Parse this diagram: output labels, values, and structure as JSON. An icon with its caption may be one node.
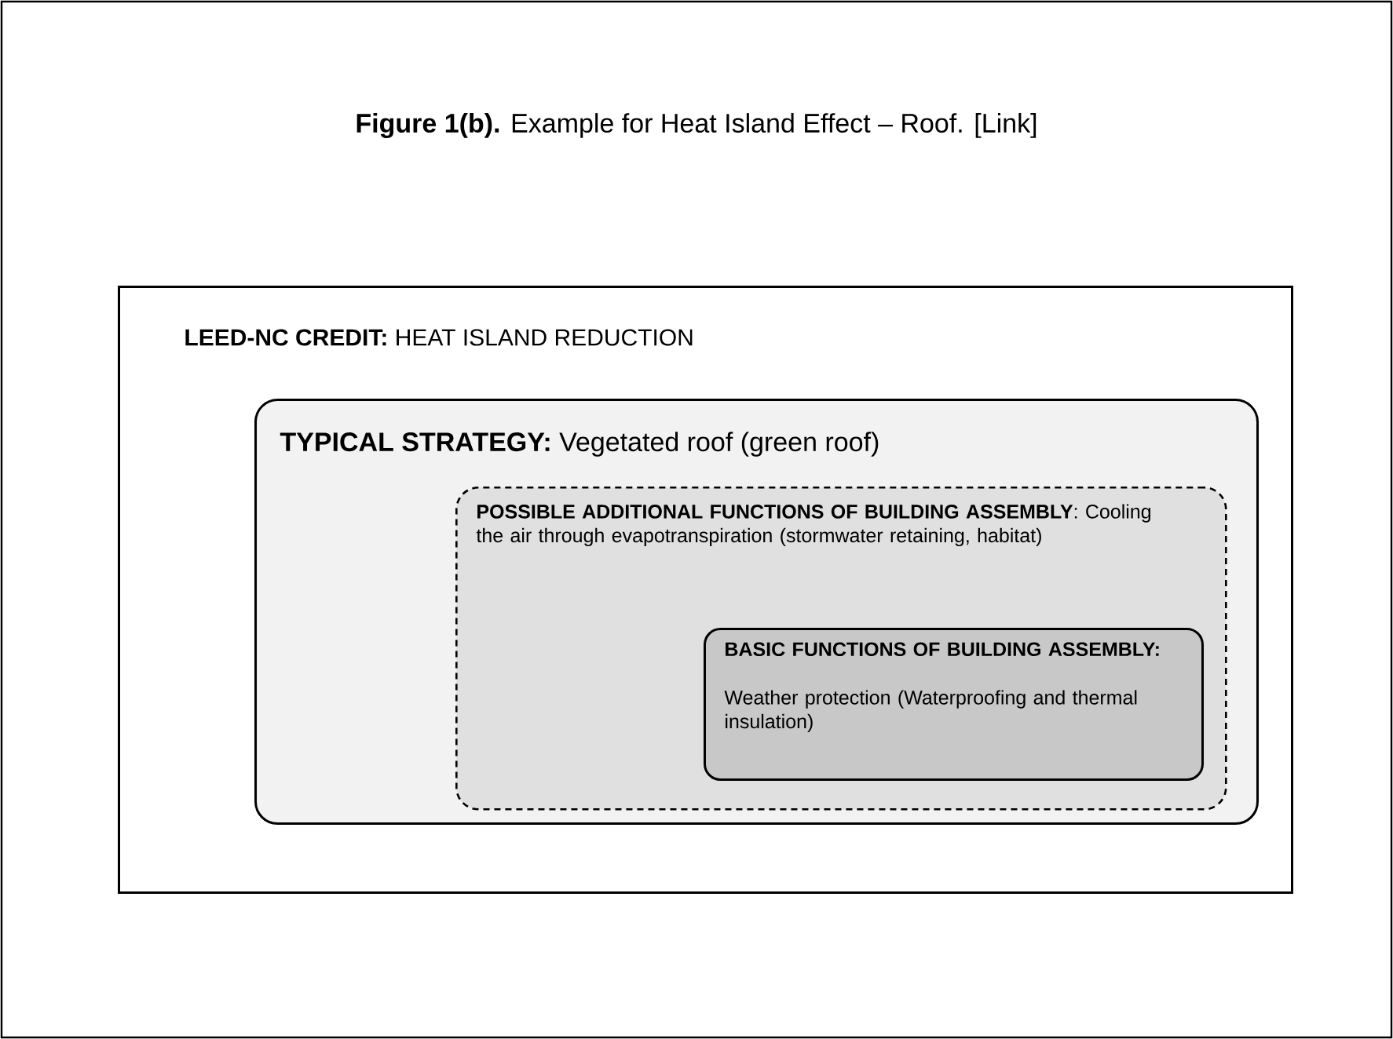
{
  "diagram": {
    "title": "**Figure 1(b).** Example for Heat Island Effect – Roof. [Link]",
    "nodes": [
      {
        "text": [
          "**LEED-NC CREDIT:** HEAT ISLAND REDUCTION"
        ]
      },
      {
        "text": [
          "**TYPICAL STRATEGY:** Vegetated roof (green roof)"
        ],
        "in": 0
      },
      {
        "text": [
          "**POSSIBLE ADDITIONAL FUNCTIONS OF BUILDING ASSEMBLY**: Cooling the air through evapotranspiration (stormwater retaining, habitat)"
        ],
        "in": 1
      },
      {
        "text": [
          "BASIC FUNCTIONS OF BUILDING ASSEMBLY:",
          "Weather protection (Waterproofing and thermal insulation)"
        ],
        "in": 2
      }
    ]
  }
}
